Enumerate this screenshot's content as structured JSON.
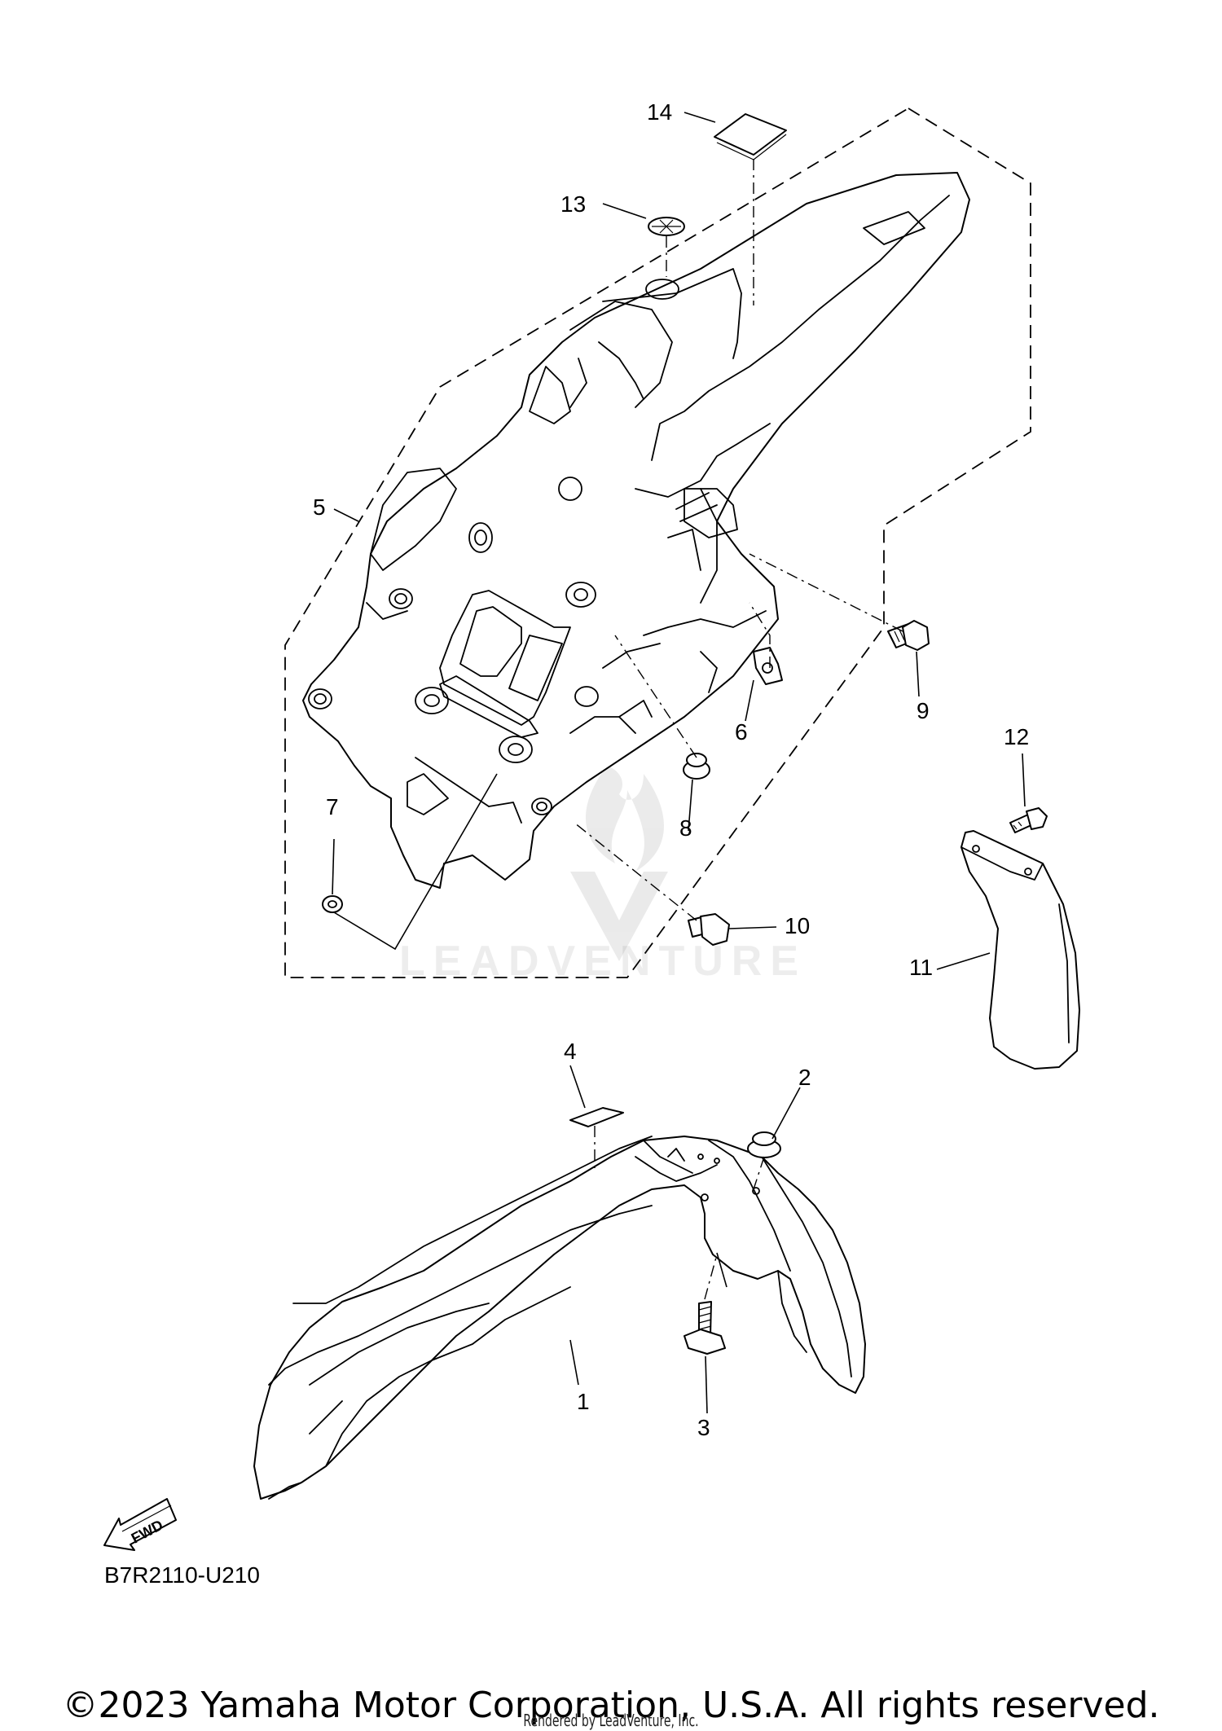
{
  "diagram_code": "B7R2110-U210",
  "copyright": "©2023 Yamaha Motor Corporation, U.S.A. All rights reserved.",
  "rendered_by": "Rendered by LeadVenture, Inc.",
  "watermark": "LEADVENTURE",
  "fwd_label": "FWD",
  "callouts": {
    "c1": "1",
    "c2": "2",
    "c3": "3",
    "c4": "4",
    "c5": "5",
    "c6": "6",
    "c7": "7",
    "c8": "8",
    "c9": "9",
    "c10": "10",
    "c11": "11",
    "c12": "12",
    "c13": "13",
    "c14": "14"
  }
}
